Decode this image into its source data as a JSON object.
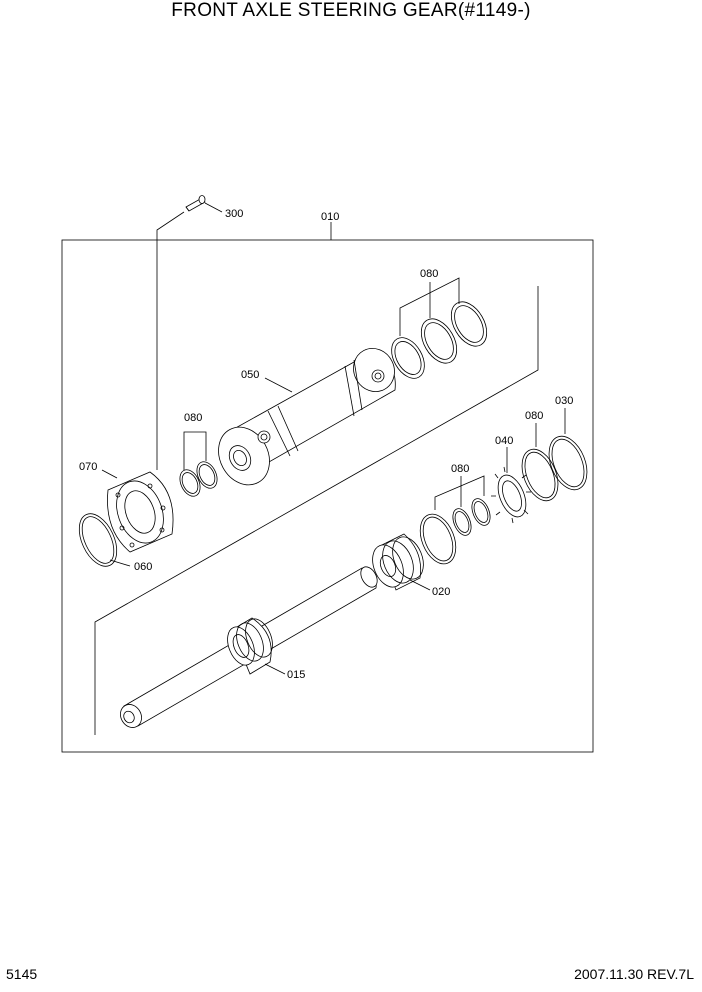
{
  "header": {
    "title": "FRONT AXLE STEERING GEAR(#1149-)"
  },
  "footer": {
    "page_number": "5145",
    "revision": "2007.11.30  REV.7L"
  },
  "parts": {
    "p010": "010",
    "p300": "300",
    "p080_top": "080",
    "p050": "050",
    "p080_left": "080",
    "p070": "070",
    "p060": "060",
    "p030": "030",
    "p080_right": "080",
    "p040": "040",
    "p080_mid": "080",
    "p020": "020",
    "p015": "015"
  }
}
